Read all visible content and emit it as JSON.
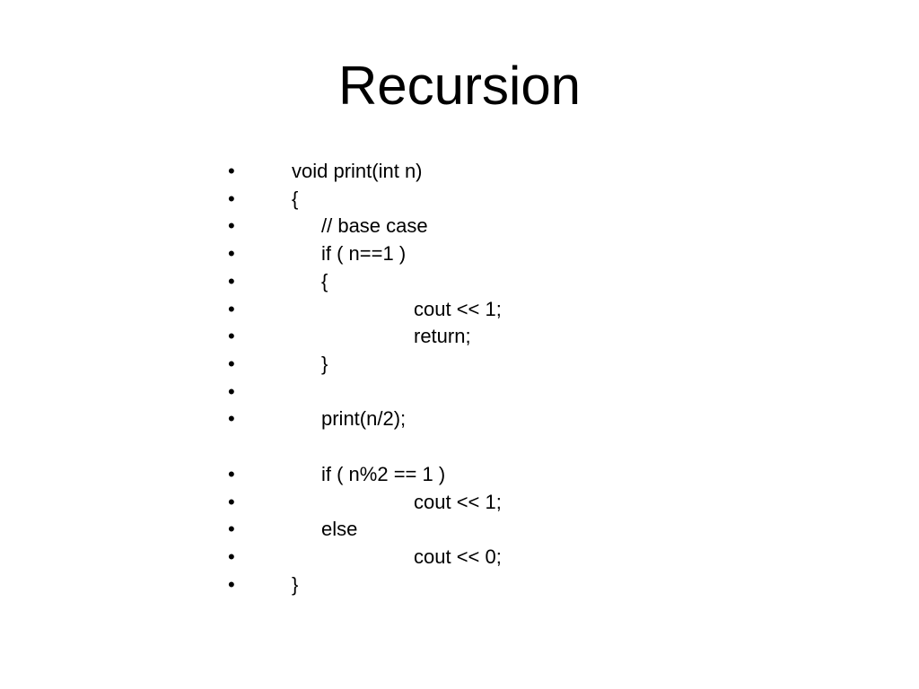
{
  "slide": {
    "title": "Recursion",
    "bullet_symbol": "•",
    "lines": [
      {
        "text": "void print(int n)"
      },
      {
        "text": "{"
      },
      {
        "text": "// base case"
      },
      {
        "text": "if ( n==1 )"
      },
      {
        "text": "{"
      },
      {
        "text": "cout << 1;"
      },
      {
        "text": "return;"
      },
      {
        "text": "}"
      },
      {
        "text": ""
      },
      {
        "text": "print(n/2);"
      },
      {
        "text": "if ( n%2 == 1 )"
      },
      {
        "text": "cout << 1;"
      },
      {
        "text": "else"
      },
      {
        "text": "cout << 0;"
      },
      {
        "text": "}"
      }
    ]
  }
}
